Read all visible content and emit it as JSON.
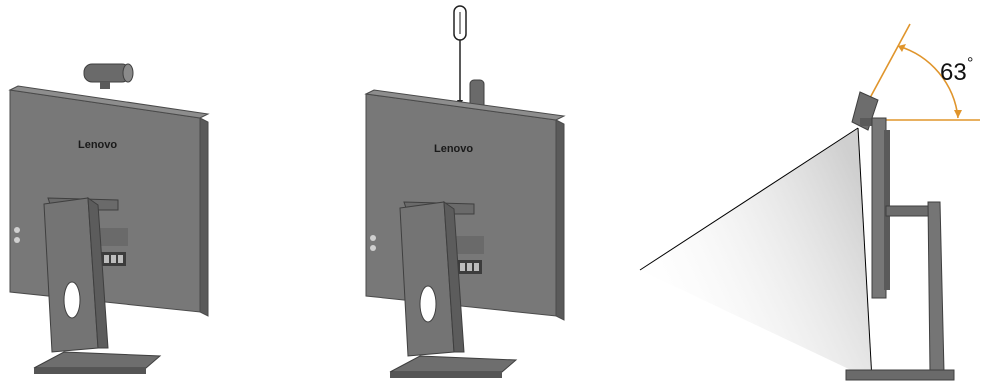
{
  "figures": [
    {
      "id": "monitor-with-detached-webcam",
      "brand_label": "Lenovo"
    },
    {
      "id": "monitor-with-screwdriver-webcam-mounting",
      "brand_label": "Lenovo"
    },
    {
      "id": "side-view-webcam-tilt",
      "angle_value": "63",
      "angle_unit": "°"
    }
  ],
  "colors": {
    "monitor_body": "#757575",
    "monitor_edge": "#4a4a4a",
    "monitor_dark": "#5a5a5a",
    "stand": "#6f6f6f",
    "angle_lines": "#e0952c",
    "view_cone_start": "#d8d8d8",
    "line": "#000000"
  }
}
